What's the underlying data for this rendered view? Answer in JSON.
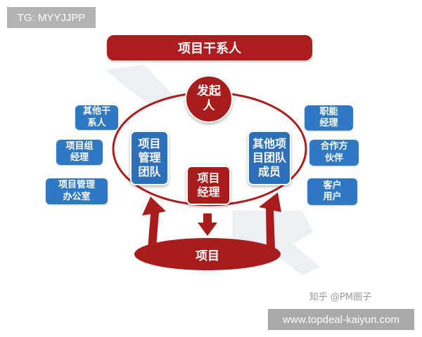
{
  "overlay": {
    "tg_label": "TG: MYYJJPP"
  },
  "title": "项目干系人",
  "center": {
    "sponsor": "发起\n人",
    "project_team": "项目\n管理\n团队",
    "project_manager": "项目\n经理",
    "other_team_members": "其他项\n目团队\n成员",
    "project": "项目"
  },
  "left_items": [
    "其他干\n系人",
    "项目组\n经理",
    "项目管理\n办公室"
  ],
  "right_items": [
    "职能\n经理",
    "合作方\n伙伴",
    "客户\n用户"
  ],
  "watermark": {
    "zhihu": "知乎 @PM圈子"
  },
  "footer": {
    "website": "www.topdeal-kaiyun.com"
  },
  "colors": {
    "primary_red": "#ad1d1d",
    "primary_blue": "#2f78c4",
    "watermark_gray": "#d6dce6"
  }
}
